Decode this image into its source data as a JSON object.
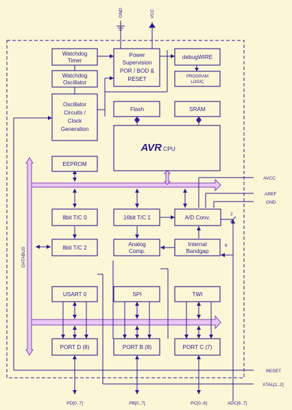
{
  "power": {
    "gnd": "GND",
    "vcc": "VCC"
  },
  "blocks": {
    "watchdog_timer": [
      "Watchdog",
      "Timer"
    ],
    "watchdog_osc": [
      "Watchdog",
      "Oscillator"
    ],
    "power_supervision": [
      "Power",
      "Supervision",
      "POR / BOD &",
      "RESET"
    ],
    "debugwire": "debugWIRE",
    "program_logic": [
      "PROGRAM",
      "LOGIC"
    ],
    "osc_circuits": [
      "Oscillator",
      "Circuits /",
      "Clock",
      "Generation"
    ],
    "flash": "Flash",
    "sram": "SRAM",
    "cpu_logo": "AVR",
    "cpu_label": "CPU",
    "eeprom": "EEPROM",
    "tc0": "8bit T/C 0",
    "tc1": "16bit T/C 1",
    "adc": "A/D Conv.",
    "tc2": "8bit T/C 2",
    "analog_comp": [
      "Analog",
      "Comp."
    ],
    "bandgap": [
      "Internal",
      "Bandgap"
    ],
    "usart": "USART 0",
    "spi": "SPI",
    "twi": "TWI",
    "portd": "PORT D (8)",
    "portb": "PORT B (8)",
    "portc": "PORT C (7)"
  },
  "bus_label": "DATABUS",
  "adc_bus_widths": {
    "top": "2",
    "side": "6"
  },
  "signals": {
    "avcc": "AVCC",
    "aref": "AREF",
    "gnd": "GND",
    "reset": "RESET",
    "xtal": "XTAL[1..2]"
  },
  "pins": {
    "pd": "PD[0..7]",
    "pb": "PB[0..7]",
    "pc": "PC[0..6]",
    "adc": "ADC[6..7]"
  }
}
